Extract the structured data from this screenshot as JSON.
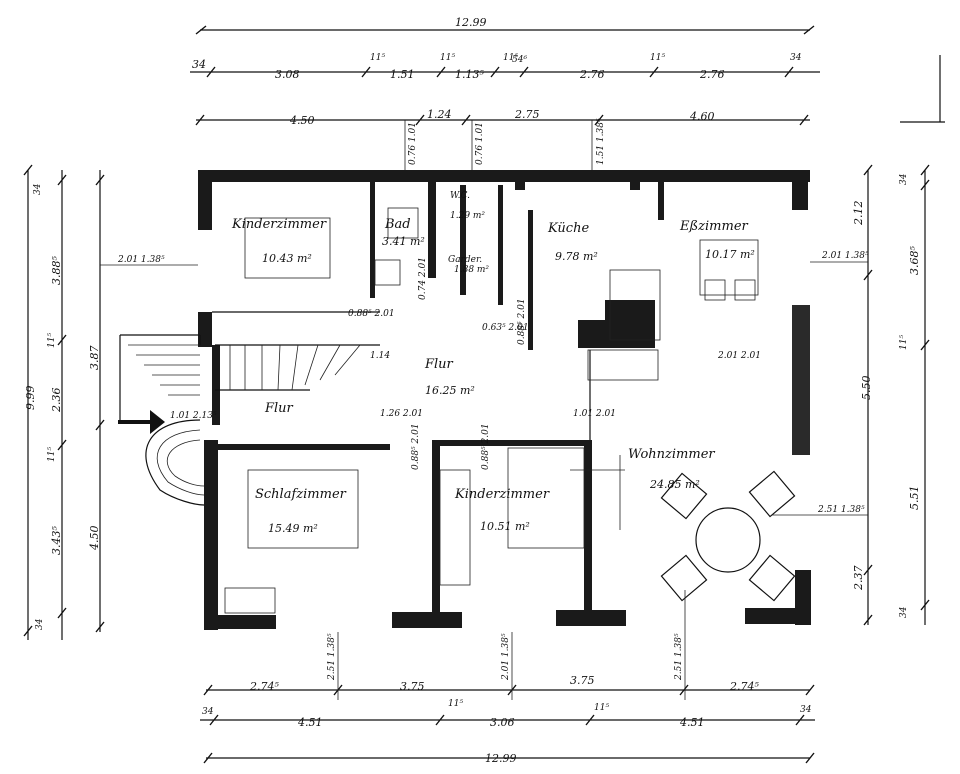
{
  "top_dims": {
    "overall": "12.99",
    "row1": [
      "34",
      "3.08",
      "11⁵",
      "1.51",
      "11⁵",
      "1.13⁵",
      "11⁵",
      "54⁶",
      "2.76",
      "11⁵",
      "2.76",
      "34"
    ],
    "row2": [
      "4.50",
      "1.24",
      "2.75",
      "4.60"
    ],
    "door_heights": [
      "0.76 1.01",
      "0.76 1.01",
      "1.51 1.38⁵"
    ]
  },
  "bottom_dims": {
    "overall": "12.99",
    "row1": [
      "2.74⁵",
      "3.75",
      "3.75",
      "2.74⁵"
    ],
    "row2": [
      "34",
      "4.51",
      "11⁵",
      "3.06",
      "11⁵",
      "4.51",
      "34"
    ],
    "window_heights": [
      "2.51 1.38⁵",
      "2.01 1.38⁵",
      "2.51 1.38⁵"
    ]
  },
  "left_dims": {
    "outer": [
      "34",
      "3.88⁵",
      "11⁵",
      "2.36",
      "11⁵",
      "3.43⁵",
      "34"
    ],
    "total": "9.99",
    "inner": [
      "3.87",
      "4.50"
    ],
    "window": "2.01 1.38⁵"
  },
  "right_dims": {
    "outer": [
      "34",
      "3.68⁵",
      "11⁵",
      "5.50",
      "5.51",
      "34"
    ],
    "inner": [
      "2.12",
      "2.37"
    ],
    "windows": [
      "2.01 1.38⁵",
      "2.51 1.38⁵"
    ]
  },
  "rooms": [
    {
      "name": "Kinderzimmer",
      "area": "10.43 m²"
    },
    {
      "name": "Bad",
      "area": "3.41 m²"
    },
    {
      "name": "W.C.",
      "area": "1.29 m²"
    },
    {
      "name": "Garder.",
      "area": "1.88 m²"
    },
    {
      "name": "Küche",
      "area": "9.78 m²"
    },
    {
      "name": "Eßzimmer",
      "area": "10.17 m²"
    },
    {
      "name": "Flur",
      "area": "16.25 m²"
    },
    {
      "name": "Flur",
      "area": ""
    },
    {
      "name": "Schlafzimmer",
      "area": "15.49 m²"
    },
    {
      "name": "Kinderzimmer",
      "area": "10.51 m²"
    },
    {
      "name": "Wohnzimmer",
      "area": "24.85 m²"
    }
  ],
  "door_labels": [
    "0.88⁵ 2.01",
    "0.74 2.01",
    "0.63⁵ 2.01",
    "1.26 2.01",
    "0.88⁵ 2.01",
    "0.88⁵ 2.01",
    "0.88⁵ 2.01",
    "2.01 2.01",
    "1.01 2.13⁵",
    "1.01 2.01",
    "1.14"
  ]
}
